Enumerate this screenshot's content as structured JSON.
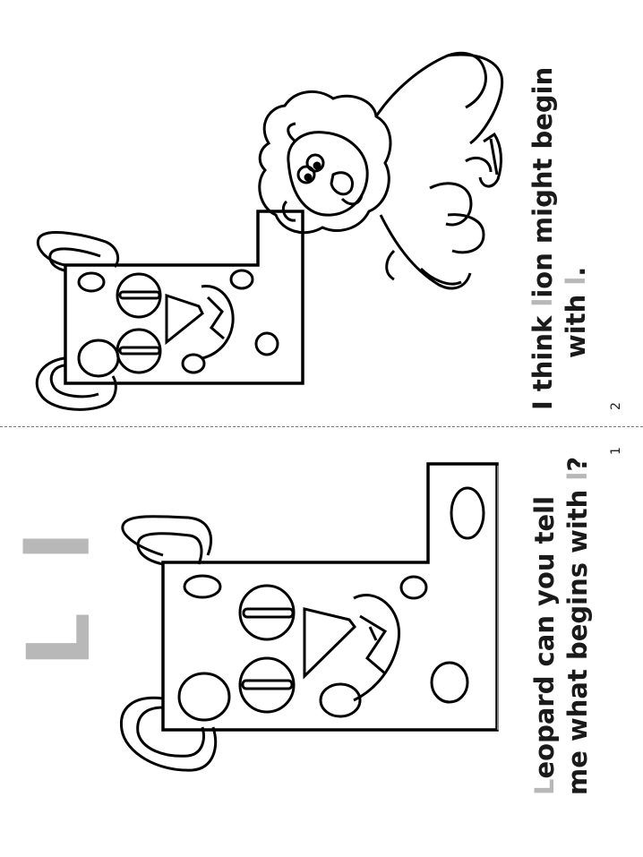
{
  "header": {
    "letters": "L l"
  },
  "page1": {
    "caption_line1_first": "L",
    "caption_line1_rest": "eopard can you tell",
    "caption_line2_start": "me what begins with ",
    "caption_line2_letter": "l",
    "caption_line2_end": "?",
    "page_number": "1"
  },
  "page2": {
    "caption_line1_start": "I think ",
    "caption_line1_letter": "l",
    "caption_line1_end": "ion might begin",
    "caption_line2_start": "with ",
    "caption_line2_letter": "l",
    "caption_line2_end": ".",
    "page_number": "2"
  }
}
